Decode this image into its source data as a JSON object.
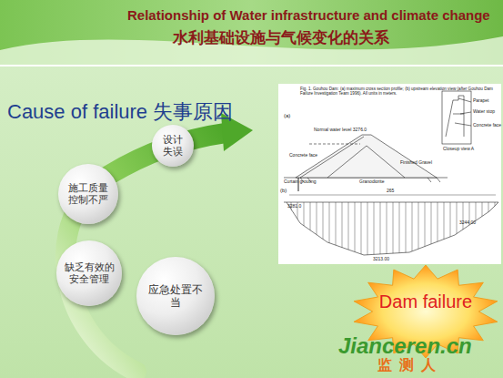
{
  "diagram": {
    "title": "Relationship of Water infrastructure and climate change",
    "nodes": [
      {
        "text": [
          "设计失误"
        ]
      },
      {
        "text": [
          "施工质量控制不严"
        ]
      },
      {
        "text": [
          "缺乏有效的安全管理"
        ]
      },
      {
        "text": [
          "应急处置不当"
        ]
      },
      {
        "text": [
          "Dam failure"
        ]
      }
    ],
    "labels": [
      "水利基础设施与气候变化的关系",
      "Cause of failure 失事原因",
      "Fig. 1. Gouhou Dam: (a) maximum cross section profile; (b) upstream elevation view (after Gouhou Dam Failure Investigation Team 1996). All units in meters.",
      "(a)",
      "Normal water level 3276.0",
      "Concrete face",
      "Curtain grouting",
      "Granodiorite",
      "Finished Gravel",
      "Parapet",
      "Water stop",
      "Concrete face",
      "Closeup view A",
      "(b)",
      "265",
      "3281.0",
      "3244.00",
      "3213.00",
      "Jianceren.cn",
      "监测人"
    ]
  }
}
